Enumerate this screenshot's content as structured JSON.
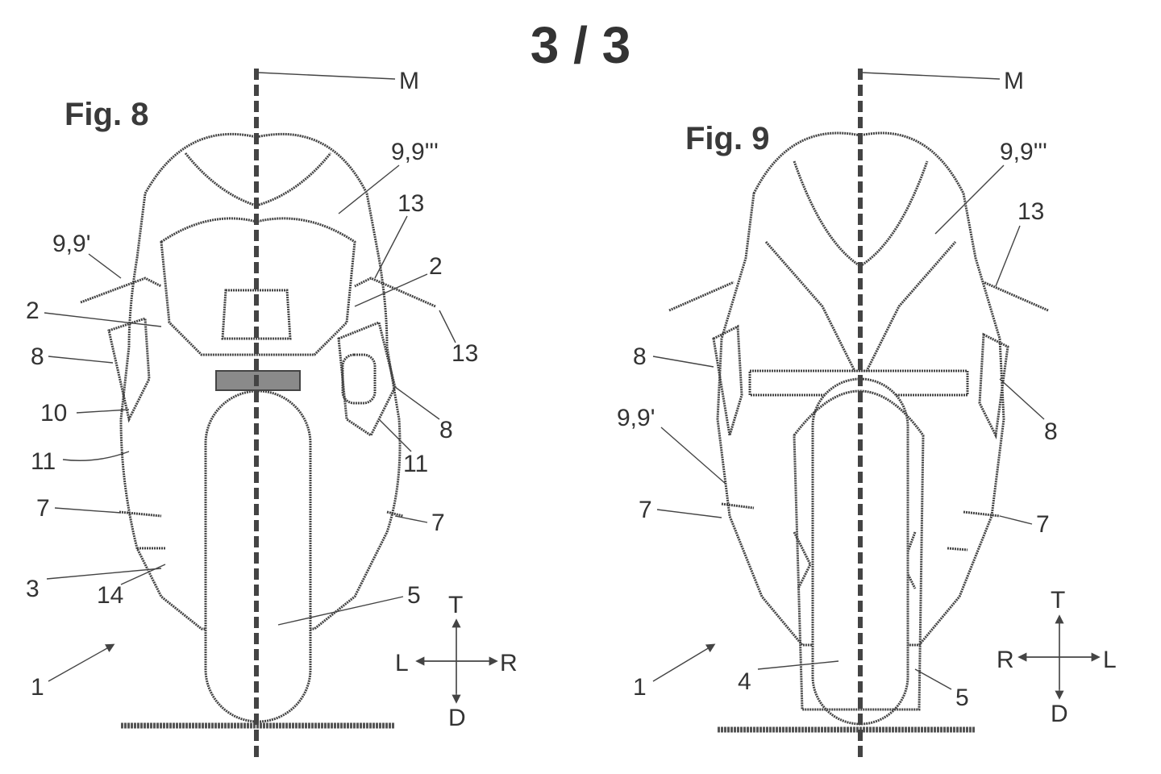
{
  "page_label": "3 / 3",
  "figures": [
    {
      "title": "Fig. 8",
      "axis_label": "M",
      "labels": [
        "9,9'''",
        "13",
        "9,9'",
        "2",
        "2",
        "13",
        "8",
        "10",
        "8",
        "11",
        "11",
        "7",
        "7",
        "3",
        "14",
        "5",
        "1"
      ],
      "direction": {
        "up": "T",
        "down": "D",
        "left": "L",
        "right": "R"
      }
    },
    {
      "title": "Fig. 9",
      "axis_label": "M",
      "labels": [
        "9,9'''",
        "13",
        "8",
        "8",
        "9,9'",
        "7",
        "7",
        "1",
        "4",
        "5"
      ],
      "direction": {
        "up": "T",
        "down": "D",
        "left": "R",
        "right": "L"
      }
    }
  ]
}
